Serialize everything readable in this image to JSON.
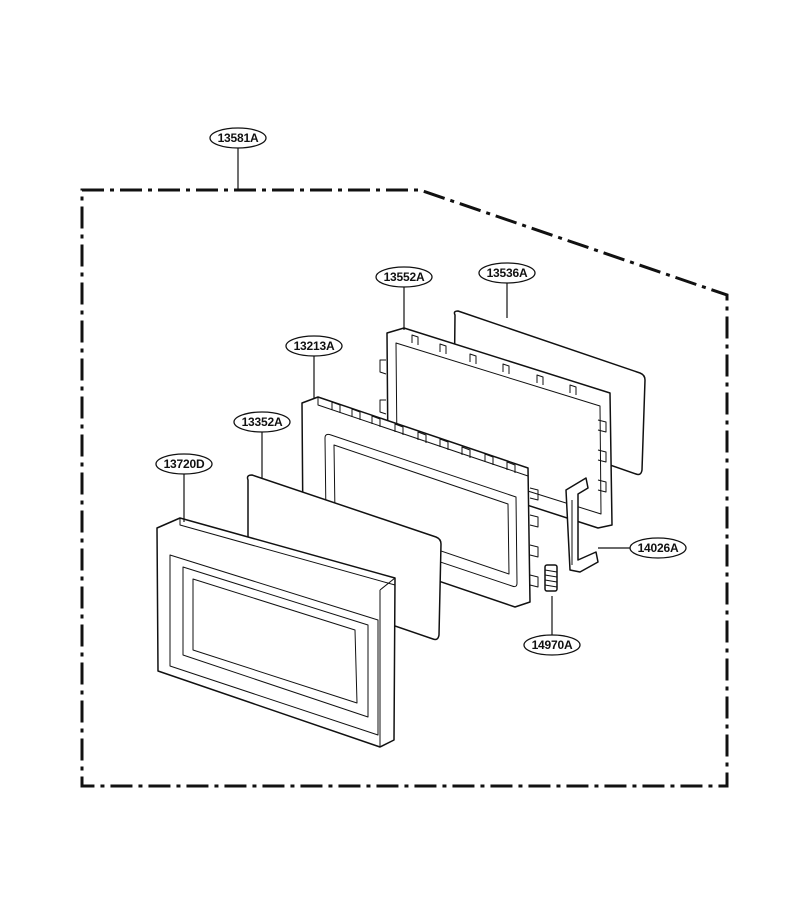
{
  "diagram": {
    "title": "",
    "callouts": {
      "assembly": "13581A",
      "choke_frame": "13552A",
      "choke_cover": "13536A",
      "door_frame": "13213A",
      "door_screen": "13352A",
      "door_front": "13720D",
      "latch_hook": "14026A",
      "latch_spring": "14970A"
    }
  }
}
